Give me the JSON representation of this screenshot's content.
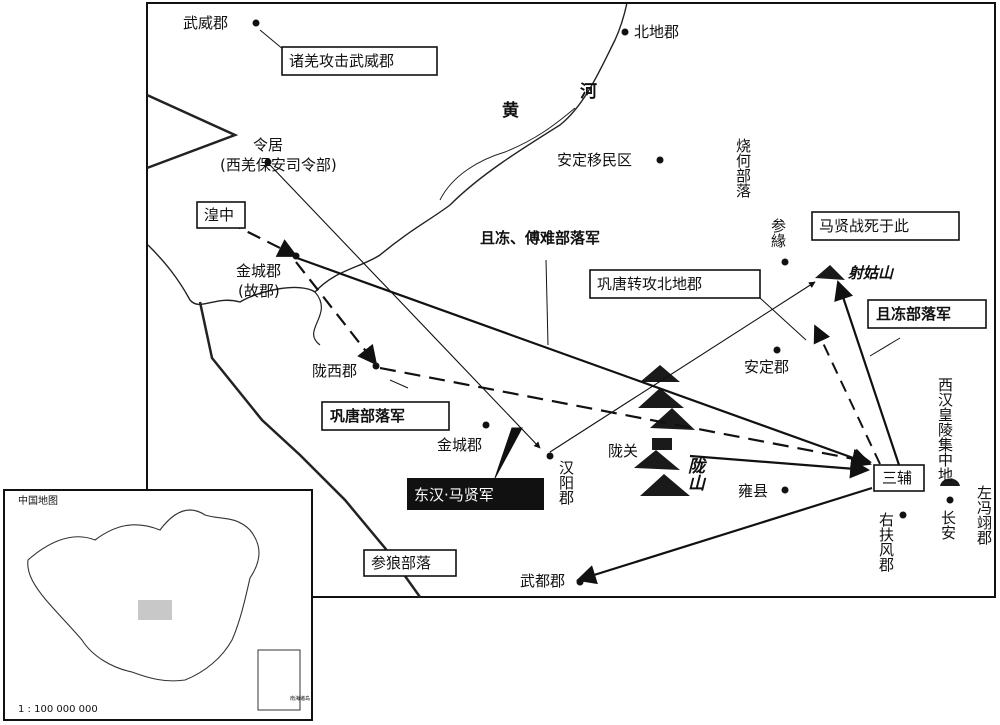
{
  "map": {
    "places": {
      "wuwei": "武威郡",
      "beidi": "北地郡",
      "lingju": "令居",
      "lingju_note": "(西羌保安司令部)",
      "anding_yimin": "安定移民区",
      "huangzhong": "湟中",
      "jincheng_old": "金城郡",
      "jincheng_old_note": "(故郡)",
      "canluan": "参緣",
      "longxi": "陇西郡",
      "anding": "安定郡",
      "jincheng": "金城郡",
      "hanyang": "汉阳郡",
      "longguan": "陇关",
      "yongxian": "雍县",
      "youfufeng": "右扶风郡",
      "changan": "长安",
      "zuopingyi": "左冯翊郡",
      "wudu": "武都郡",
      "xihan_note": "西汉皇陵集中地"
    },
    "physical": {
      "huanghe_1": "黄",
      "huanghe_2": "河",
      "longshan": "陇山",
      "shegushan": "射姑山"
    },
    "labels": {
      "zhuqiang": "诸羌攻击武威郡",
      "shaohe": "烧何部落",
      "qiedong_fu": "且冻、傅难部落军",
      "maxian_death": "马贤战死于此",
      "gongtang_beidi": "巩唐转攻北地郡",
      "qiedong": "且冻部落军",
      "gongtang": "巩唐部落军",
      "sanfu": "三辅",
      "maxian_army": "东汉·马贤军",
      "canlang": "参狼部落"
    },
    "inset": {
      "title": "中国地图",
      "scale": "1 : 100 000 000",
      "south_sea": "南海诸岛"
    }
  }
}
